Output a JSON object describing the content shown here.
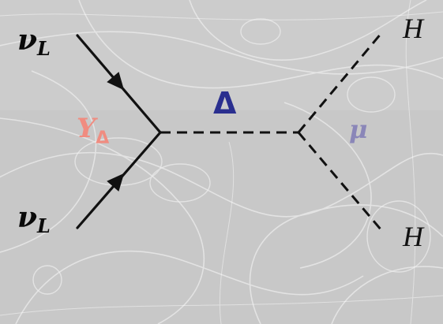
{
  "colors": {
    "background": "#c9c9c9",
    "lines": "#111111",
    "delta_label": "#2a2f8f",
    "yukawa_label": "#f08c80",
    "mu_label": "#8a86b8"
  },
  "labels": {
    "nu_top": {
      "base": "ν",
      "sub": "L"
    },
    "nu_bottom": {
      "base": "ν",
      "sub": "L"
    },
    "yukawa": {
      "base": "Y",
      "sub": "Δ"
    },
    "delta": "Δ",
    "mu": "μ",
    "higgs_top": "H",
    "higgs_bottom": "H"
  }
}
